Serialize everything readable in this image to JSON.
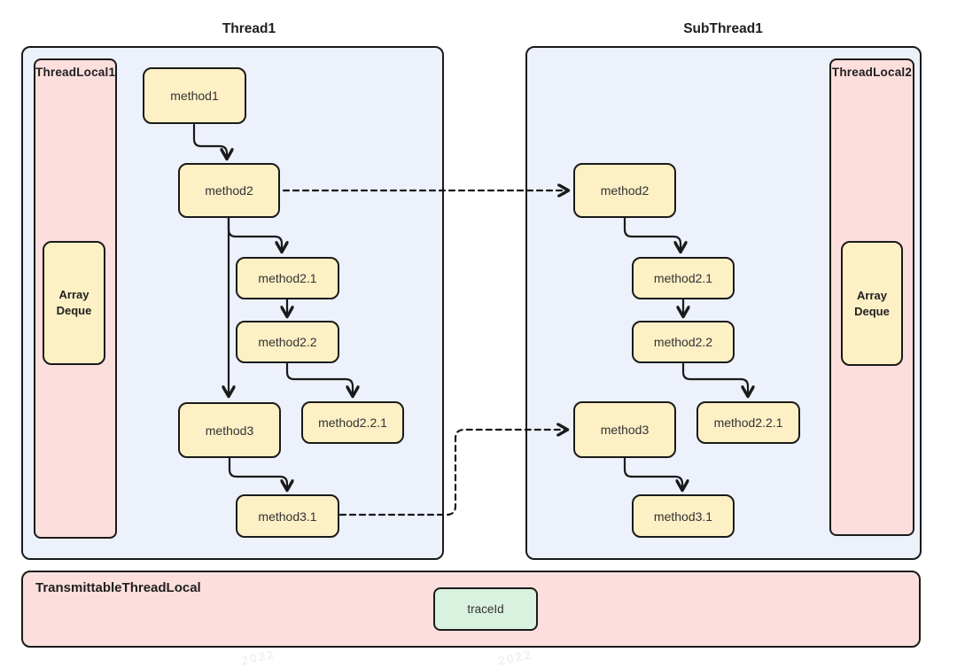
{
  "diagram": {
    "watermark": "2022",
    "colors": {
      "thread_bg": "#ecf1fb",
      "threadlocal_bg": "#fcdfdd",
      "method_bg": "#fdf0c5",
      "trace_bg": "#d9f1df",
      "stroke": "#1a1a1a"
    },
    "thread1": {
      "title": "Thread1",
      "threadlocal_label": "ThreadLocal1",
      "deque_label": "Array Deque",
      "methods": {
        "m1": "method1",
        "m2": "method2",
        "m21": "method2.1",
        "m22": "method2.2",
        "m3": "method3",
        "m221": "method2.2.1",
        "m31": "method3.1"
      }
    },
    "subthread1": {
      "title": "SubThread1",
      "threadlocal_label": "ThreadLocal2",
      "deque_label": "Array Deque",
      "methods": {
        "m2": "method2",
        "m21": "method2.1",
        "m22": "method2.2",
        "m3": "method3",
        "m221": "method2.2.1",
        "m31": "method3.1"
      }
    },
    "bottom": {
      "label": "TransmittableThreadLocal",
      "trace_label": "traceId"
    },
    "edges": {
      "solid": [
        "thread1.method1 -> thread1.method2",
        "thread1.method2 -> thread1.method2.1",
        "thread1.method2 -> thread1.method3",
        "thread1.method2.1 -> thread1.method2.2",
        "thread1.method2.2 -> thread1.method2.2.1",
        "thread1.method3 -> thread1.method3.1",
        "subthread1.method2 -> subthread1.method2.1",
        "subthread1.method2.1 -> subthread1.method2.2",
        "subthread1.method2.2 -> subthread1.method2.2.1",
        "subthread1.method3 -> subthread1.method3.1"
      ],
      "dashed": [
        "thread1.method2 -> subthread1.method2",
        "thread1.method3.1 -> subthread1.method3"
      ]
    }
  }
}
